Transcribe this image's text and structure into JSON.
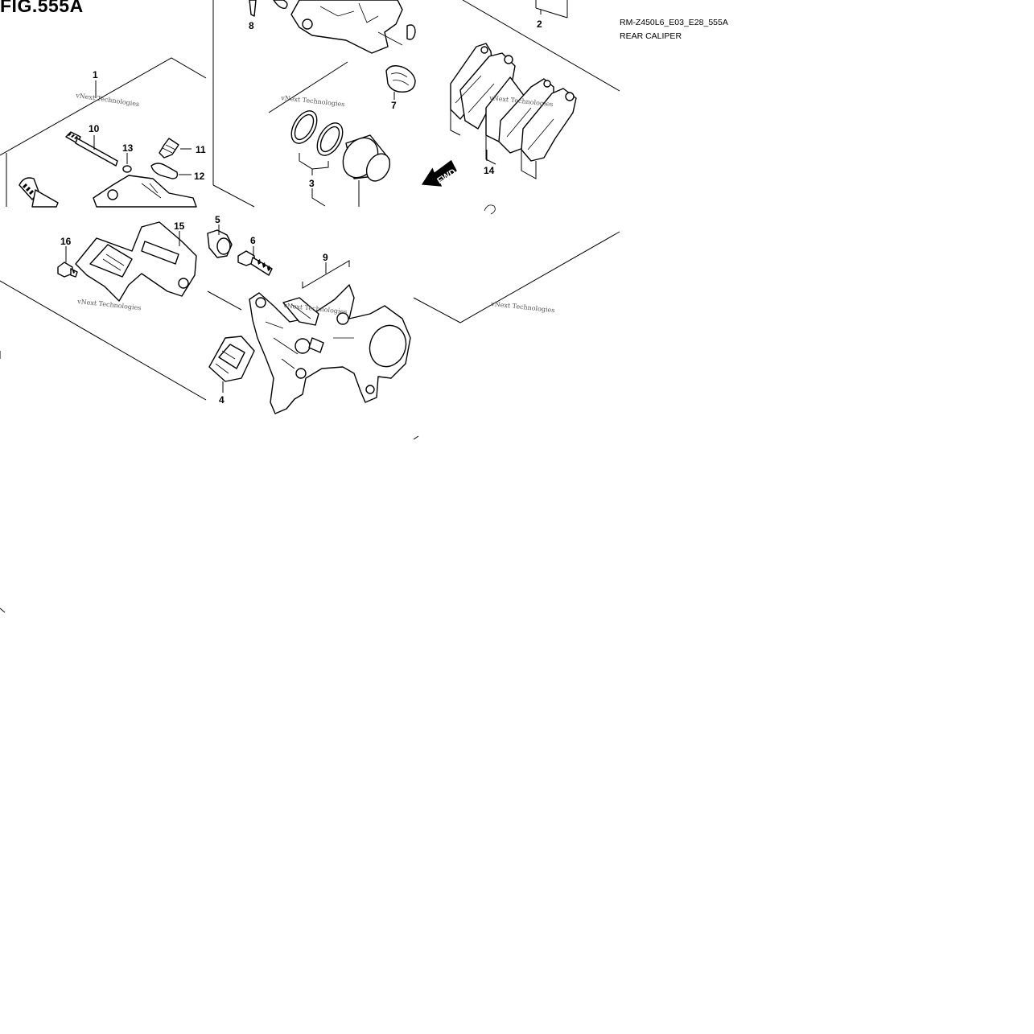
{
  "figure": {
    "title": "FIG.555A",
    "code": "RM-Z450L6_E03_E28_555A",
    "name": "REAR CALIPER"
  },
  "watermark": "vNext Technologies",
  "fwd_label": "FWD",
  "callouts": {
    "c1": "1",
    "c2": "2",
    "c3": "3",
    "c4": "4",
    "c5": "5",
    "c6": "6",
    "c7": "7",
    "c8": "8",
    "c9": "9",
    "c10": "10",
    "c11": "11",
    "c12": "12",
    "c13": "13",
    "c14": "14",
    "c15": "15",
    "c16": "16"
  }
}
